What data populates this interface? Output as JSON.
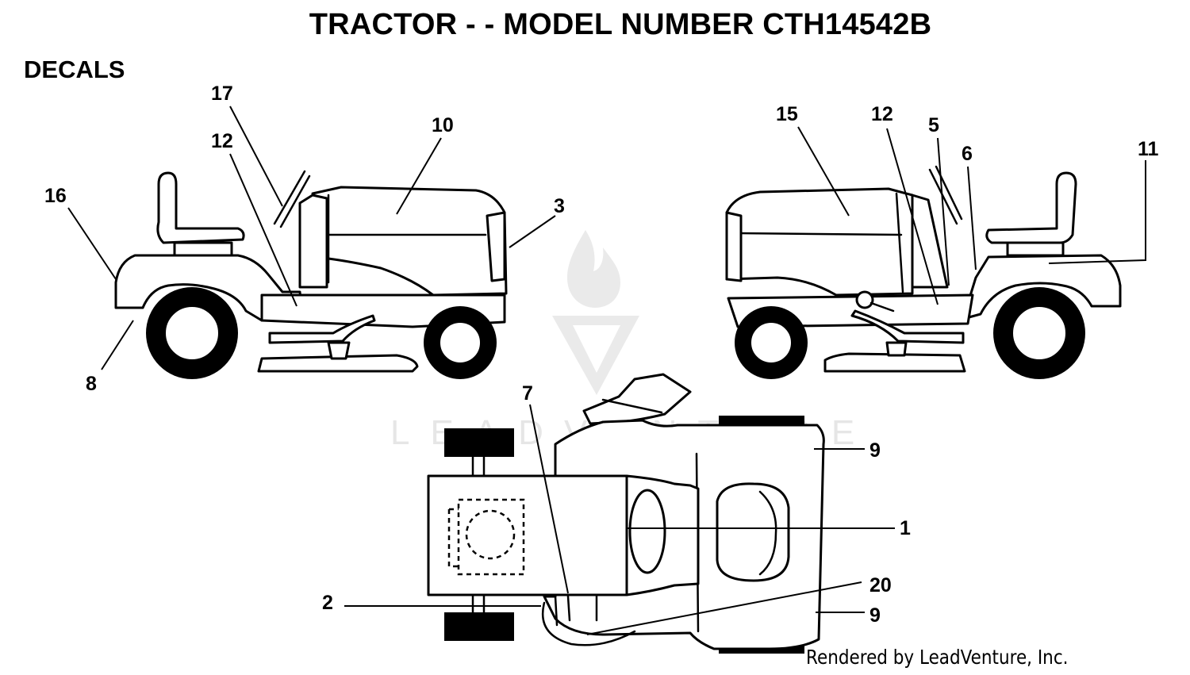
{
  "title": "TRACTOR - - MODEL NUMBER CTH14542B",
  "section": "DECALS",
  "credit": "Rendered by LeadVenture, Inc.",
  "watermark": "LEADVENTURE",
  "callouts": {
    "left_view": [
      "16",
      "17",
      "12",
      "10",
      "3",
      "8"
    ],
    "right_view": [
      "15",
      "12",
      "5",
      "6",
      "11"
    ],
    "top_view": [
      "7",
      "9",
      "1",
      "2",
      "20",
      "9"
    ]
  }
}
